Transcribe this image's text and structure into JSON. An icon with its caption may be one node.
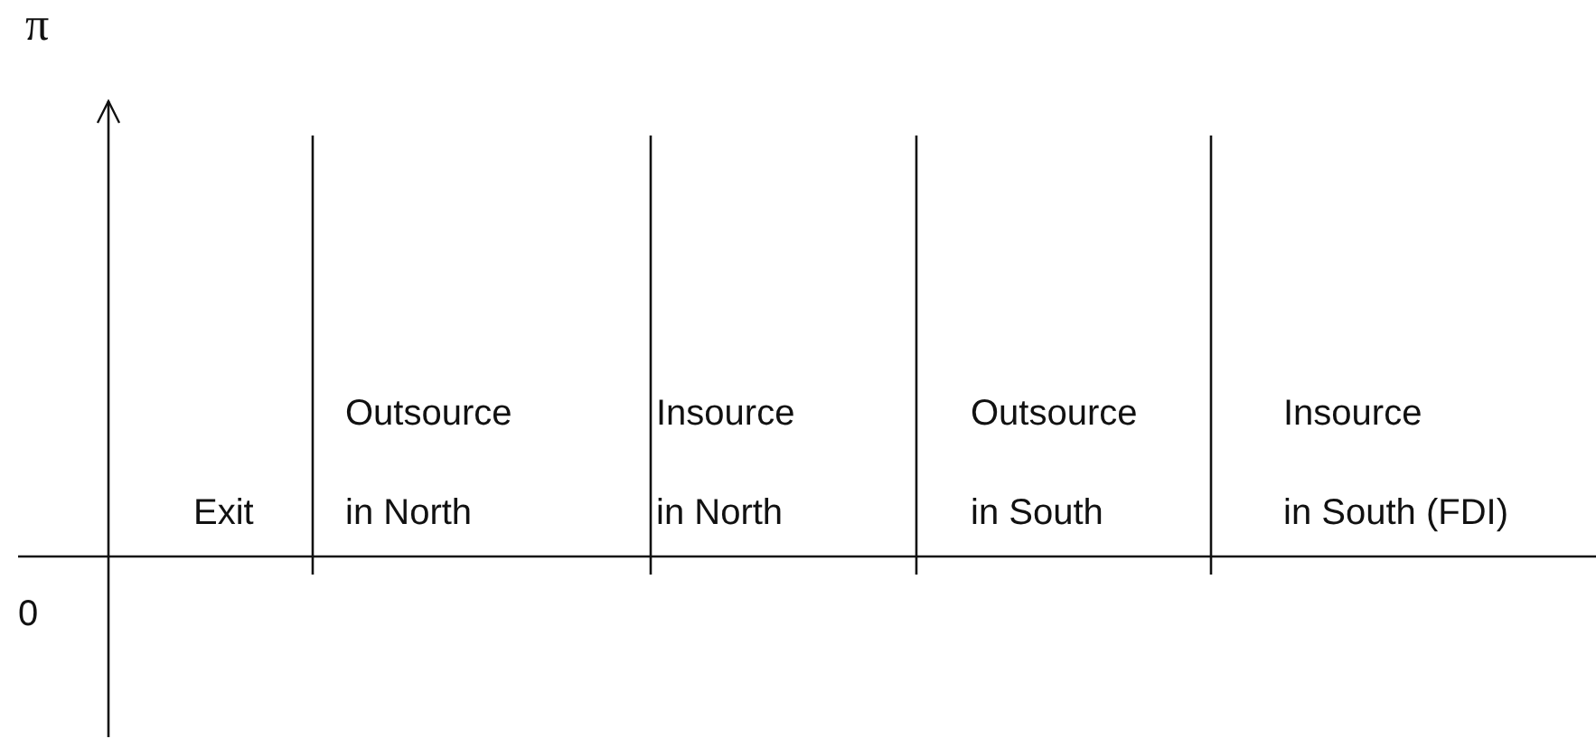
{
  "diagram": {
    "labels": [
      "π",
      "0",
      "Exit",
      "Outsource in North",
      "Insource in North",
      "Outsource in South",
      "Insource in South (FDI)"
    ]
  }
}
